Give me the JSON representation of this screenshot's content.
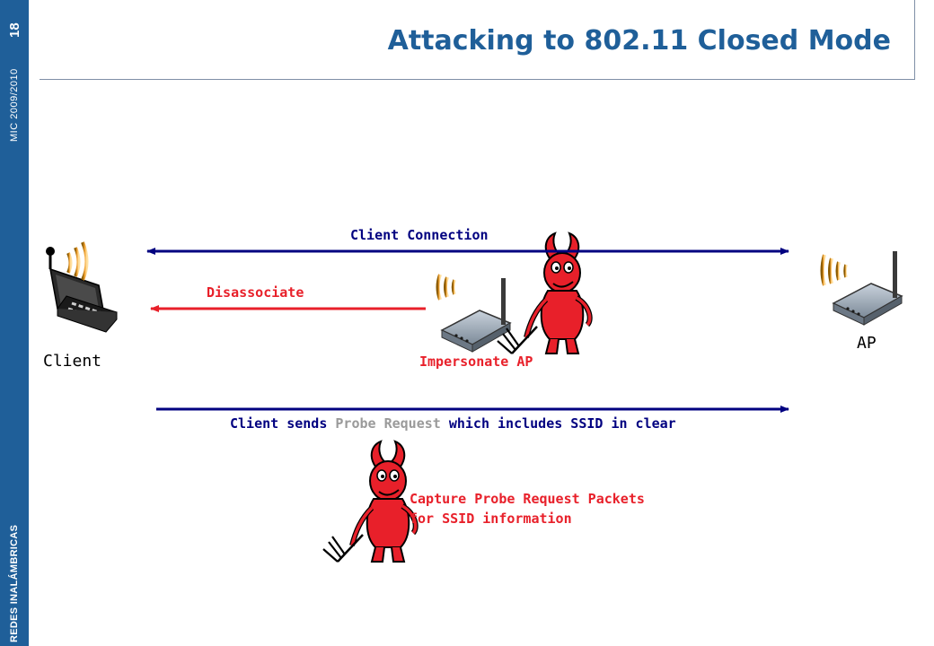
{
  "sidebar": {
    "slide_number": "18",
    "course_label": "MIC 2009/2010",
    "course_name": "REDES INALÁMBRICAS"
  },
  "title": "Attacking to 802.11 Closed Mode",
  "diagram": {
    "client_label": "Client",
    "ap_label": "AP",
    "impersonate_label": "Impersonate AP",
    "client_connection_label": "Client Connection",
    "disassociate_label": "Disassociate",
    "probe_text": {
      "part1": "Client sends",
      "highlight": "Probe Request",
      "part2": "which includes SSID in clear"
    },
    "capture_lines": [
      "Capture Probe Request Packets",
      "for SSID information"
    ]
  },
  "colors": {
    "sidebar": "#1f5f99",
    "title": "#1f5f99",
    "navy_arrow": "#000080",
    "red_arrow": "#e8202a",
    "devil": "#e8202a",
    "highlight_gray": "#9a9a9a"
  },
  "icons": [
    "laptop-icon",
    "access-point-icon",
    "devil-icon",
    "wifi-waves-icon"
  ]
}
